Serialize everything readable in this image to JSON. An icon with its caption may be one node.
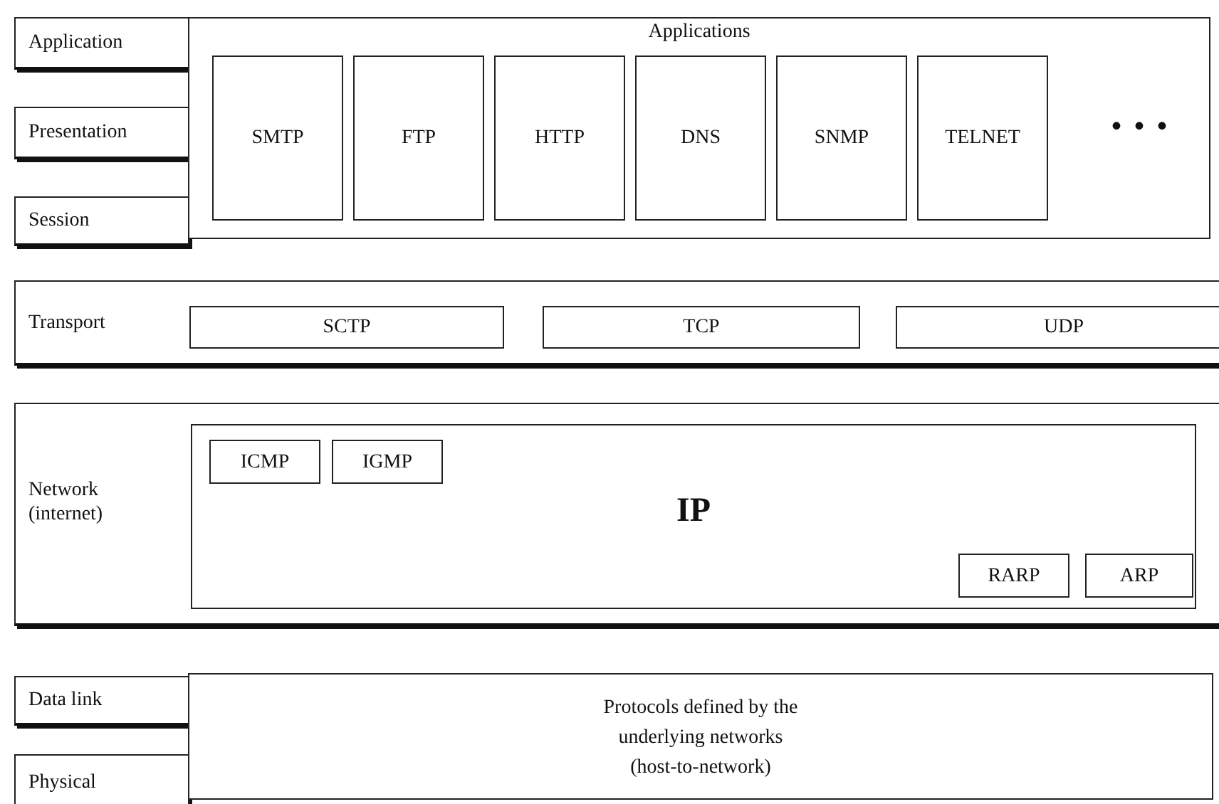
{
  "diagram": {
    "nodes": [
      {
        "text": [
          "Application"
        ]
      },
      {
        "text": [
          "Presentation"
        ]
      },
      {
        "text": [
          "Session"
        ]
      },
      {
        "text": [
          "Applications",
          "• • •"
        ]
      },
      {
        "text": [
          "SMTP"
        ],
        "in": 3
      },
      {
        "text": [
          "FTP"
        ],
        "in": 3
      },
      {
        "text": [
          "HTTP"
        ],
        "in": 3
      },
      {
        "text": [
          "DNS"
        ],
        "in": 3
      },
      {
        "text": [
          "SNMP"
        ],
        "in": 3
      },
      {
        "text": [
          "TELNET"
        ],
        "in": 3
      },
      {
        "text": [
          "Transport"
        ]
      },
      {
        "text": [
          "SCTP"
        ],
        "in": 10
      },
      {
        "text": [
          "TCP"
        ],
        "in": 10
      },
      {
        "text": [
          "UDP"
        ],
        "in": 10
      },
      {
        "text": [
          "Network (internet)"
        ]
      },
      {
        "text": [
          "IP"
        ],
        "in": 14
      },
      {
        "text": [
          "ICMP"
        ],
        "in": 15
      },
      {
        "text": [
          "IGMP"
        ],
        "in": 15
      },
      {
        "text": [
          "RARP"
        ],
        "in": 15
      },
      {
        "text": [
          "ARP"
        ],
        "in": 15
      },
      {
        "text": [
          "Data link"
        ]
      },
      {
        "text": [
          "Physical"
        ]
      },
      {
        "text": [
          "Protocols defined by the underlying networks (host-to-network)"
        ]
      }
    ]
  }
}
